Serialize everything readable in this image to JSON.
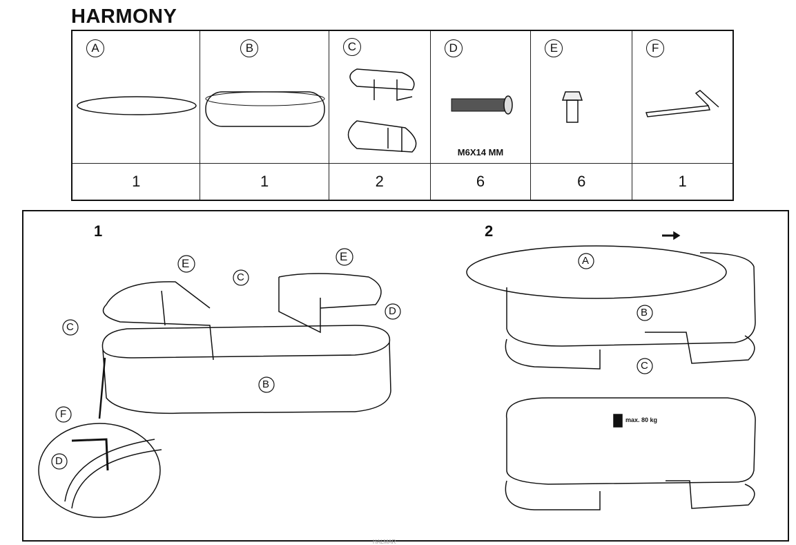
{
  "title": "HARMONY",
  "parts": [
    {
      "label": "A",
      "qty": "1"
    },
    {
      "label": "B",
      "qty": "1"
    },
    {
      "label": "C",
      "qty": "2"
    },
    {
      "label": "D",
      "qty": "6",
      "spec": "M6X14 MM"
    },
    {
      "label": "E",
      "qty": "6"
    },
    {
      "label": "F",
      "qty": "1"
    }
  ],
  "steps": [
    {
      "number": "1"
    },
    {
      "number": "2"
    }
  ],
  "callouts": {
    "A": "A",
    "B": "B",
    "C": "C",
    "D": "D",
    "E": "E",
    "F": "F"
  },
  "max_load": "max. 80 kg",
  "footer": "HALMAR"
}
